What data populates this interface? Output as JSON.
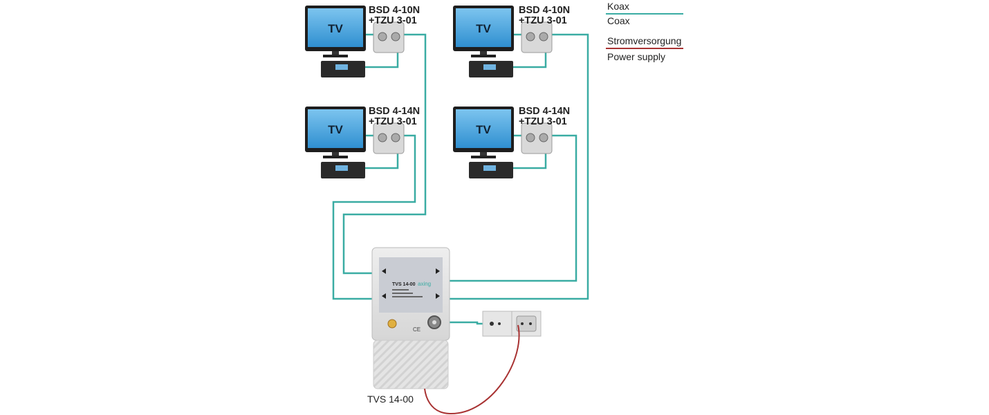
{
  "colors": {
    "coax": "#3aaca3",
    "power": "#a83232",
    "screen": "#3e9fdc"
  },
  "outlets": [
    {
      "line1": "BSD 4-10N",
      "line2": "+TZU 3-01",
      "tv": "TV"
    },
    {
      "line1": "BSD 4-10N",
      "line2": "+TZU 3-01",
      "tv": "TV"
    },
    {
      "line1": "BSD 4-14N",
      "line2": "+TZU 3-01",
      "tv": "TV"
    },
    {
      "line1": "BSD 4-14N",
      "line2": "+TZU 3-01",
      "tv": "TV"
    }
  ],
  "amplifier": {
    "model": "TVS 14-00",
    "brand": "axing",
    "label": "TVS 14-00"
  },
  "legend": [
    {
      "de": "Koax",
      "en": "Coax",
      "type": "coax"
    },
    {
      "de": "Stromversorgung",
      "en": "Power supply",
      "type": "power"
    }
  ]
}
